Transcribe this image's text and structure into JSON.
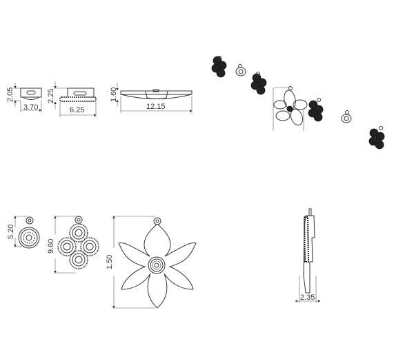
{
  "dimensions": {
    "small_side_height": "2.05",
    "small_side_width": "3.70",
    "clover_side_height": "2.25",
    "clover_side_width": "6.25",
    "flower_side_height": "1.60",
    "flower_side_width": "12.15",
    "round_front_height": "5.20",
    "clover_front_height": "9.60",
    "flower_front_height": "1.50",
    "profile_thickness": "2.35"
  }
}
